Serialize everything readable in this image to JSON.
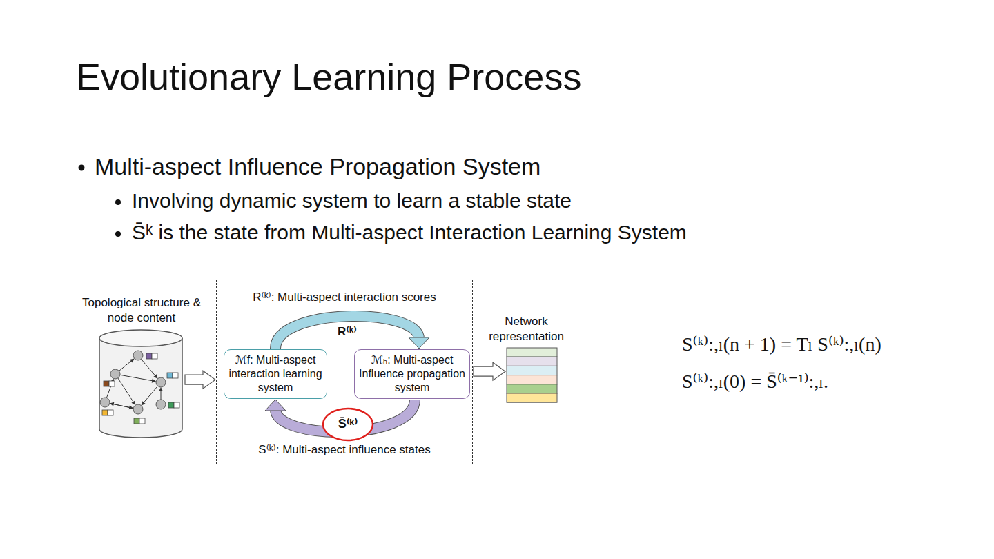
{
  "diagram": {
    "title": "Evolutionary Learning Process",
    "nodes": [
      {
        "text": [
          "Topological structure & node content"
        ]
      },
      {
        "text": [
          "R⁽ᵏ⁾: Multi-aspect interaction scores",
          "S⁽ᵏ⁾: Multi-aspect influence states"
        ]
      },
      {
        "text": [
          "ℳf: Multi-aspect interaction learning system"
        ],
        "in": 1
      },
      {
        "text": [
          "ℳₕ: Multi-aspect Influence propagation system"
        ],
        "in": 1
      },
      {
        "text": [
          "S̄⁽ᵏ⁾"
        ],
        "in": 1
      },
      {
        "text": [
          "Network representation"
        ]
      }
    ],
    "edges": [
      {
        "from": 0,
        "to": 1,
        "arrow": "to"
      },
      {
        "from": 2,
        "to": 3,
        "label": "R⁽ᵏ⁾",
        "arrow": "to"
      },
      {
        "from": 3,
        "to": 2,
        "arrow": "to"
      },
      {
        "from": 1,
        "to": 5,
        "arrow": "to"
      }
    ],
    "labels": [
      "Multi-aspect Influence Propagation System",
      "Involving dynamic system to learn a stable state",
      "S̄ᵏ is the state from Multi-aspect Interaction Learning System",
      "S⁽ᵏ⁾:,ₗ(n + 1) = Tₗ S⁽ᵏ⁾:,ₗ(n)",
      "S⁽ᵏ⁾:,ₗ(0) = S̄⁽ᵏ⁻¹⁾:,ₗ."
    ]
  }
}
